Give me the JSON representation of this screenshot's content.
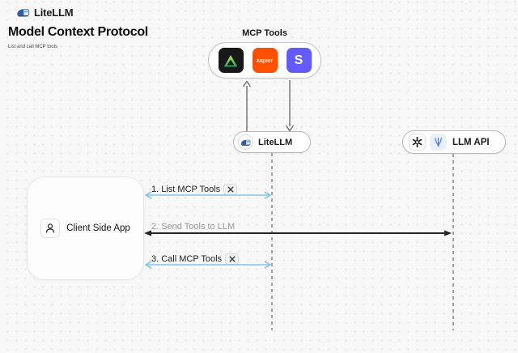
{
  "header": {
    "brand": "LiteLLM"
  },
  "title": "Model Context Protocol",
  "subtitle": "List and call MCP tools",
  "mcp_tools": {
    "label": "MCP Tools",
    "icons": [
      {
        "name": "green-triangle-logo",
        "bg": "#16181a"
      },
      {
        "name": "zapier-logo",
        "bg": "#ff4f00",
        "text": "zapier"
      },
      {
        "name": "stripe-logo",
        "bg": "#635bff",
        "text": "S"
      }
    ]
  },
  "nodes": {
    "litellm": {
      "label": "LiteLLM"
    },
    "llm_api": {
      "label": "LLM API"
    },
    "client": {
      "label": "Client Side App"
    }
  },
  "sequence": {
    "steps": [
      {
        "label": "1. List MCP Tools",
        "tools_icon": true,
        "arrow_color": "#82c6ea",
        "from": "client",
        "to": "litellm"
      },
      {
        "label": "2. Send Tools to LLM",
        "tools_icon": false,
        "arrow_color": "#262626",
        "from": "client",
        "to": "llm_api"
      },
      {
        "label": "3. Call MCP Tools",
        "tools_icon": true,
        "arrow_color": "#82c6ea",
        "from": "client",
        "to": "litellm"
      }
    ]
  },
  "colors": {
    "background": "#f8f8f8",
    "blue_arrow": "#82c6ea",
    "dark_arrow": "#262626",
    "zapier_orange": "#ff4f00",
    "stripe_purple": "#635bff",
    "tool_black": "#16181a"
  }
}
